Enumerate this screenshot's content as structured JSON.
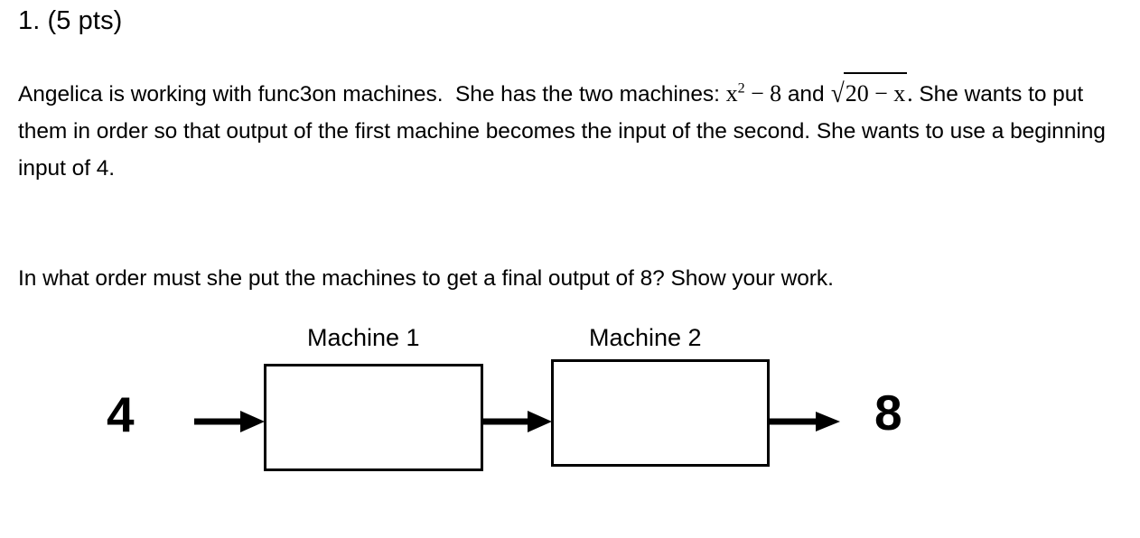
{
  "heading": {
    "text": "1. (5 pts)"
  },
  "prompt": {
    "sentence_1_a": "Angelica is working with func3on machines.",
    "sentence_1_b": "She has the two machines:",
    "math_1": {
      "base": "x",
      "exponent": "2",
      "rest": "− 8"
    },
    "conjunction": "and",
    "math_2": {
      "radical_symbol": "√",
      "radicand": "20 − x",
      "trailing": "."
    },
    "sentence_2": "She wants to put them in order so that output of the first machine becomes the input of the",
    "sentence_3": "second.  She wants to use a beginning input of 4."
  },
  "question": {
    "text": "In what order must she put the machines to get a final output of   8? Show your work."
  },
  "diagram": {
    "machine_1_label": "Machine 1",
    "machine_2_label": "Machine 2",
    "machine_1_contents": "",
    "machine_2_contents": "",
    "input_value": "4",
    "output_value": "8",
    "arrow_color": "#000000",
    "box_border_color": "#000000",
    "box_fill_color": "#ffffff"
  },
  "page": {
    "background_color": "#ffffff",
    "text_color": "#000000"
  }
}
